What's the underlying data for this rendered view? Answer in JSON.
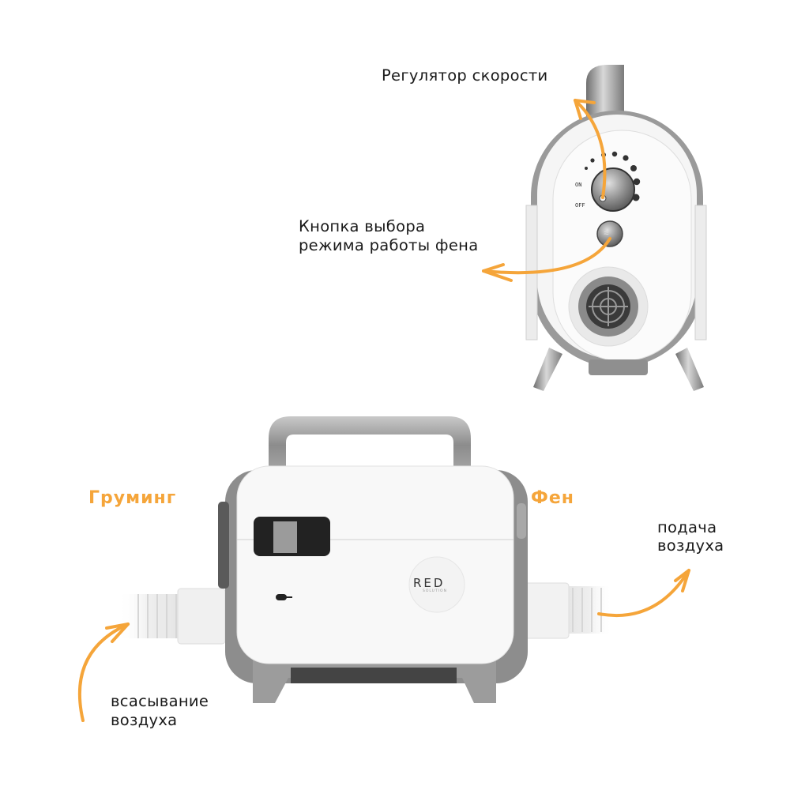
{
  "colors": {
    "accent": "#f5a53a",
    "body_white": "#f7f7f7",
    "body_grey": "#8c8c8c",
    "metal": "#9a9a9a",
    "dark": "#2a2a2a"
  },
  "top_view": {
    "speed_label": "Регулятор скорости",
    "mode_label_line1": "Кнопка выбора",
    "mode_label_line2": "режима работы фена",
    "dial_on": "ON",
    "dial_off": "OFF",
    "mode_button_icon": "heat-waves-icon"
  },
  "front_view": {
    "grooming_label": "Груминг",
    "dryer_label": "Фен",
    "air_supply_line1": "подача",
    "air_supply_line2": "воздуха",
    "air_intake_line1": "всасывание",
    "air_intake_line2": "воздуха",
    "brand": "RED",
    "brand_sub": "SOLUTION"
  }
}
